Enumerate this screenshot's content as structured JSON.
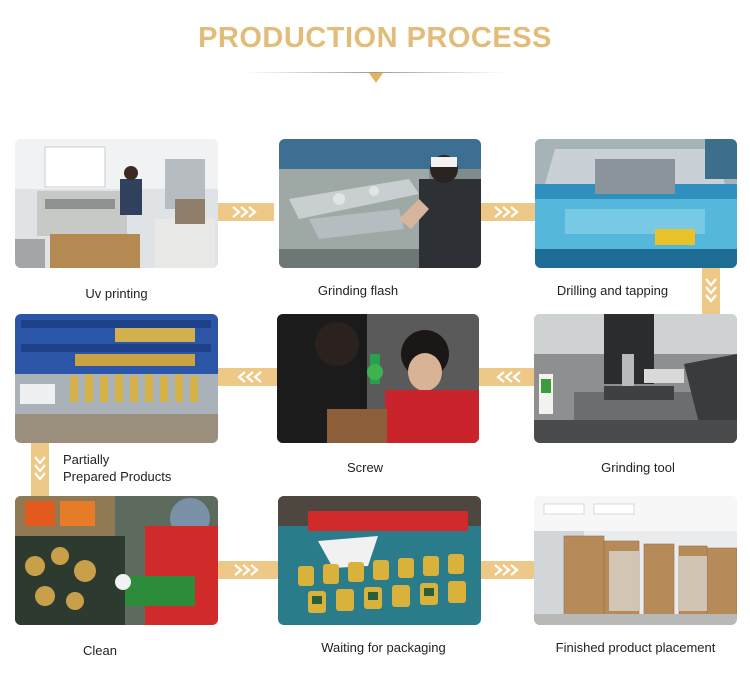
{
  "header": {
    "title": "PRODUCTION PROCESS"
  },
  "steps": [
    {
      "label": "Uv printing"
    },
    {
      "label": "Grinding flash"
    },
    {
      "label": "Drilling and tapping"
    },
    {
      "label": "Grinding tool"
    },
    {
      "label": "Screw"
    },
    {
      "label_line1": "Partially",
      "label_line2": "Prepared Products"
    },
    {
      "label": "Clean"
    },
    {
      "label": "Waiting for packaging"
    },
    {
      "label": "Finished product placement"
    }
  ],
  "colors": {
    "title": "#e2bd79",
    "arrow_band": "#eec886",
    "arrow_chevron": "#ffffff",
    "label_text": "#222222"
  },
  "icons": {
    "arrow_right": "double-chevron-right-icon",
    "arrow_left": "double-chevron-left-icon",
    "arrow_down": "double-chevron-down-icon"
  }
}
